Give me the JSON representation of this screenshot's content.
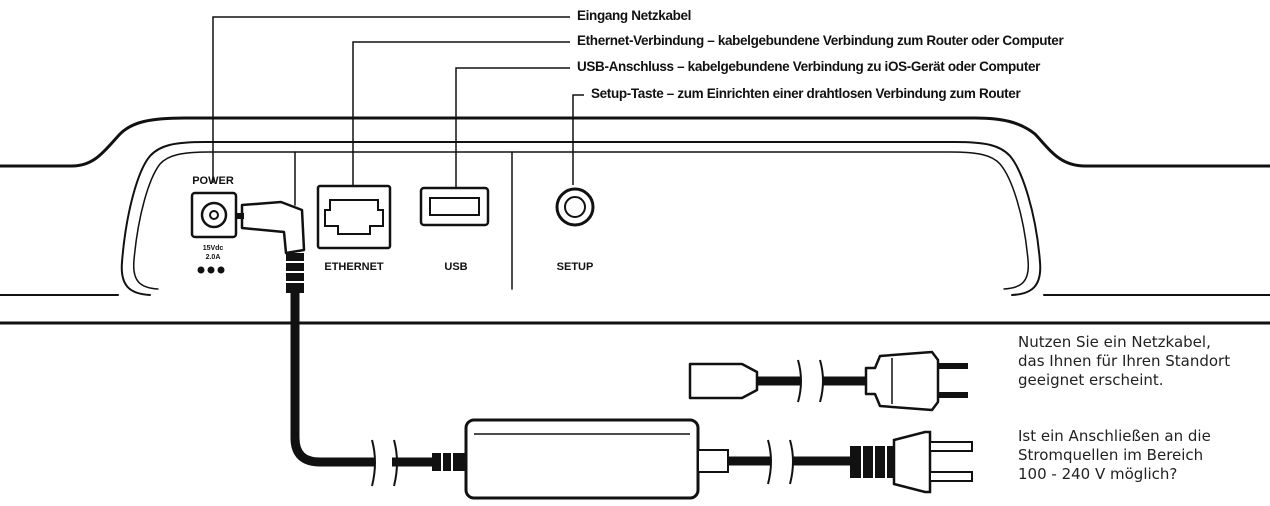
{
  "callouts": {
    "power_input": "Eingang Netzkabel",
    "ethernet": "Ethernet-Verbindung – kabelgebundene Verbindung zum Router oder Computer",
    "usb": "USB-Anschluss – kabelgebundene Verbindung zu iOS-Gerät oder Computer",
    "setup": "Setup-Taste – zum Einrichten einer drahtlosen Verbindung zum Router"
  },
  "device_labels": {
    "power": "POWER",
    "power_rating_1": "15Vdc",
    "power_rating_2": "2.0A",
    "ethernet": "ETHERNET",
    "usb": "USB",
    "setup": "SETUP"
  },
  "notes": {
    "cable_advice": [
      "Nutzen Sie ein Netzkabel,",
      "das Ihnen für Ihren Standort",
      "geeignet erscheint."
    ],
    "voltage_question": [
      "Ist ein Anschließen an die",
      "Stromquellen im Bereich",
      "100 - 240 V möglich?"
    ]
  }
}
